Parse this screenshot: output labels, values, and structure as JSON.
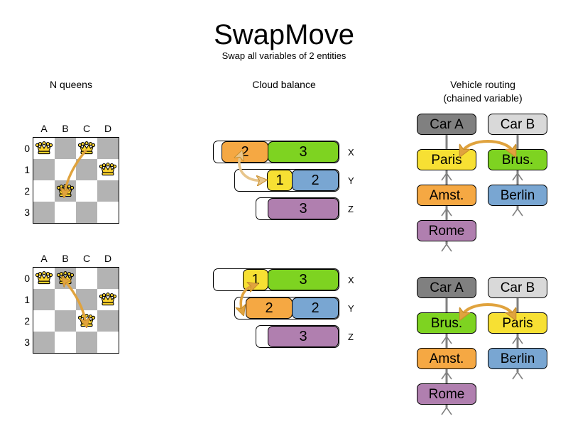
{
  "header": {
    "title": "SwapMove",
    "subtitle": "Swap all variables of 2 entities"
  },
  "columns": {
    "nqueens": "N queens",
    "cloud": "Cloud balance",
    "vrp_line1": "Vehicle routing",
    "vrp_line2": "(chained variable)"
  },
  "colors": {
    "board_dark": "#b3b3b3",
    "board_light": "#ffffff",
    "arrow": "#e0a33e",
    "arrow_light": "#e7c58c",
    "orange": "#f5a843",
    "green": "#7ed321",
    "yellow": "#f7e033",
    "blue": "#79a6d2",
    "purple": "#b07faf",
    "car_a": "#808080",
    "car_b": "#d9d9d9",
    "connector": "#808080",
    "queen": "#ffd52e"
  },
  "nqueens": {
    "files": [
      "A",
      "B",
      "C",
      "D"
    ],
    "ranks": [
      "0",
      "1",
      "2",
      "3"
    ],
    "before": {
      "queens": [
        {
          "file": "A",
          "rank": "0",
          "col": 0,
          "row": 0
        },
        {
          "file": "C",
          "rank": "0",
          "col": 2,
          "row": 0
        },
        {
          "file": "D",
          "rank": "1",
          "col": 3,
          "row": 1
        },
        {
          "file": "B",
          "rank": "2",
          "col": 1,
          "row": 2
        }
      ],
      "swap_from": {
        "col": 2,
        "row": 0
      },
      "swap_to": {
        "col": 1,
        "row": 2
      },
      "double_headed": false
    },
    "after": {
      "queens": [
        {
          "file": "A",
          "rank": "0",
          "col": 0,
          "row": 0
        },
        {
          "file": "B",
          "rank": "0",
          "col": 1,
          "row": 0
        },
        {
          "file": "D",
          "rank": "1",
          "col": 3,
          "row": 1
        },
        {
          "file": "C",
          "rank": "2",
          "col": 2,
          "row": 2
        }
      ],
      "swap_from": {
        "col": 1,
        "row": 0
      },
      "swap_to": {
        "col": 2,
        "row": 2
      },
      "double_headed": true
    }
  },
  "cloud": {
    "before": {
      "rows": [
        {
          "label": "X",
          "segments": [
            {
              "value": "2",
              "color": "#f5a843",
              "width": 66
            },
            {
              "value": "3",
              "color": "#7ed321",
              "width": 100
            }
          ]
        },
        {
          "label": "Y",
          "segments": [
            {
              "value": "1",
              "color": "#f7e033",
              "width": 36
            },
            {
              "value": "2",
              "color": "#79a6d2",
              "width": 66
            }
          ]
        },
        {
          "label": "Z",
          "segments": [
            {
              "value": "3",
              "color": "#b07faf",
              "width": 100
            }
          ]
        }
      ]
    },
    "after": {
      "rows": [
        {
          "label": "X",
          "segments": [
            {
              "value": "1",
              "color": "#f7e033",
              "width": 36
            },
            {
              "value": "3",
              "color": "#7ed321",
              "width": 100
            }
          ]
        },
        {
          "label": "Y",
          "segments": [
            {
              "value": "2",
              "color": "#f5a843",
              "width": 66
            },
            {
              "value": "2",
              "color": "#79a6d2",
              "width": 66
            }
          ]
        },
        {
          "label": "Z",
          "segments": [
            {
              "value": "3",
              "color": "#b07faf",
              "width": 100
            }
          ]
        }
      ]
    }
  },
  "vrp": {
    "before": {
      "chain_a": [
        "Car A",
        "Paris",
        "Amst.",
        "Rome"
      ],
      "chain_b": [
        "Car B",
        "Brus.",
        "Berlin"
      ],
      "swap_left": "Paris",
      "swap_right": "Brus."
    },
    "after": {
      "chain_a": [
        "Car A",
        "Brus.",
        "Amst.",
        "Rome"
      ],
      "chain_b": [
        "Car B",
        "Paris",
        "Berlin"
      ],
      "swap_left": "Brus.",
      "swap_right": "Paris"
    },
    "node_colors": {
      "Car A": "#808080",
      "Car B": "#d9d9d9",
      "Paris": "#f7e033",
      "Brus.": "#7ed321",
      "Amst.": "#f5a843",
      "Berlin": "#79a6d2",
      "Rome": "#b07faf"
    }
  }
}
